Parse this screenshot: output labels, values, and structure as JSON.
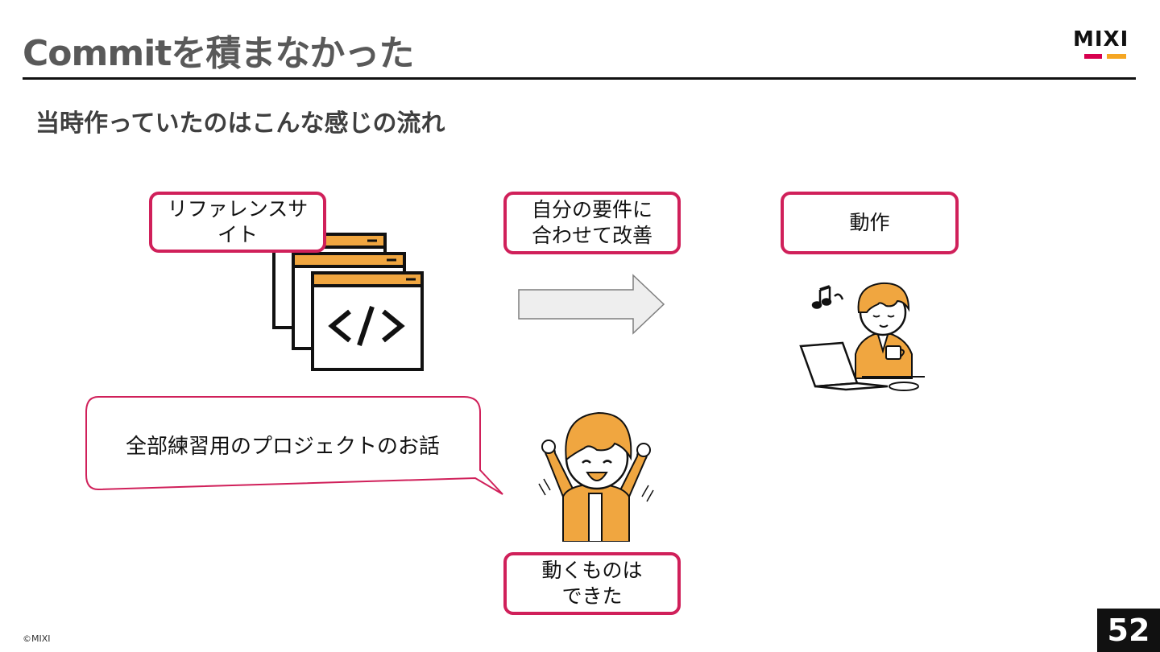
{
  "slide": {
    "title": "Commitを積まなかった",
    "subtitle": "当時作っていたのはこんな感じの流れ",
    "page_number": "52",
    "copyright": "©MIXI"
  },
  "logo": {
    "text": "MIXI",
    "colors": [
      "#d7004e",
      "#f5a623"
    ]
  },
  "flow": {
    "step1_label_line1": "リファレンスサ",
    "step1_label_line2": "イト",
    "step2_label_line1": "自分の要件に",
    "step2_label_line2": "合わせて改善",
    "step3_label": "動作",
    "result_label_line1": "動くものは",
    "result_label_line2": "できた"
  },
  "speech_bubble": {
    "text": "全部練習用のプロジェクトのお話"
  },
  "icons": {
    "code_windows": "code-browser-windows-icon",
    "arrow": "right-arrow-icon",
    "working_person": "person-with-laptop-and-coffee-icon",
    "happy_person": "person-cheering-icon",
    "music_note": "music-note-icon"
  },
  "accent_color": "#d0205a"
}
